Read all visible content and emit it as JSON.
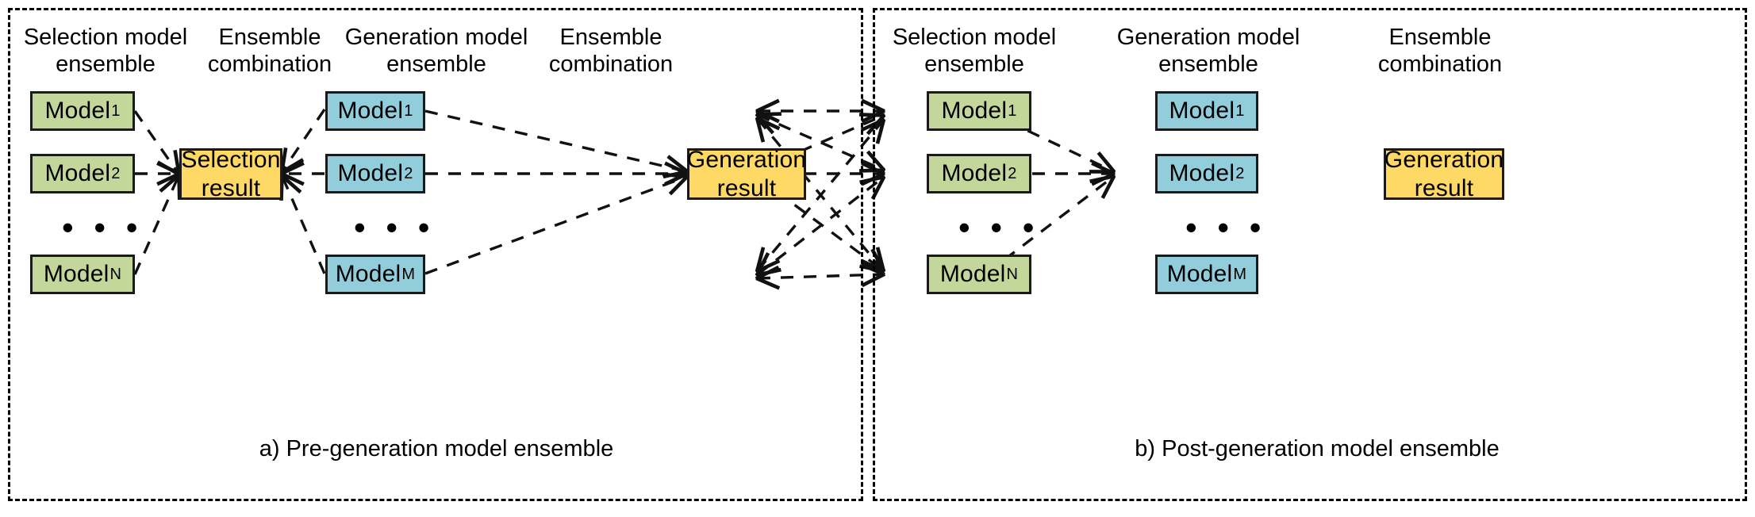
{
  "figure": {
    "type": "diagram",
    "background": "#ffffff",
    "panel_border_style": "dashed",
    "colors": {
      "selection_model_box": "#c4d79b",
      "generation_model_box": "#92cddc",
      "result_box": "#ffd966",
      "stroke": "#1a1a1a",
      "text": "#000000"
    }
  },
  "panels": [
    {
      "id": "a",
      "caption": "a) Pre-generation model ensemble",
      "column_titles": [
        {
          "id": "a-col1",
          "text": "Selection model\nensemble"
        },
        {
          "id": "a-col2",
          "text": "Ensemble\ncombination"
        },
        {
          "id": "a-col3",
          "text": "Generation model\nensemble"
        },
        {
          "id": "a-col4",
          "text": "Ensemble\ncombination"
        }
      ],
      "selection_models": [
        {
          "label": "Model",
          "sub": "1"
        },
        {
          "label": "Model",
          "sub": "2"
        },
        {
          "label": "Model",
          "sub": "N"
        }
      ],
      "selection_ellipsis": "• • •",
      "combination_1": {
        "line1": "Selection",
        "line2": "result"
      },
      "generation_models": [
        {
          "label": "Model",
          "sub": "1"
        },
        {
          "label": "Model",
          "sub": "2"
        },
        {
          "label": "Model",
          "sub": "M"
        }
      ],
      "generation_ellipsis": "• • •",
      "combination_2": {
        "line1": "Generation",
        "line2": "result"
      }
    },
    {
      "id": "b",
      "caption": "b) Post-generation model ensemble",
      "column_titles": [
        {
          "id": "b-col1",
          "text": "Selection model\nensemble"
        },
        {
          "id": "b-col2",
          "text": "Generation model\nensemble"
        },
        {
          "id": "b-col3",
          "text": "Ensemble\ncombination"
        }
      ],
      "selection_models": [
        {
          "label": "Model",
          "sub": "1"
        },
        {
          "label": "Model",
          "sub": "2"
        },
        {
          "label": "Model",
          "sub": "N"
        }
      ],
      "selection_ellipsis": "• • •",
      "generation_models": [
        {
          "label": "Model",
          "sub": "1"
        },
        {
          "label": "Model",
          "sub": "2"
        },
        {
          "label": "Model",
          "sub": "M"
        }
      ],
      "generation_ellipsis": "• • •",
      "combination": {
        "line1": "Generation",
        "line2": "result"
      }
    }
  ],
  "edges": {
    "style": "dashed",
    "panel_a": [
      {
        "from": "a.selection_models.0",
        "to": "a.combination_1",
        "arrow": "to"
      },
      {
        "from": "a.selection_models.1",
        "to": "a.combination_1",
        "arrow": "to"
      },
      {
        "from": "a.selection_models.2",
        "to": "a.combination_1",
        "arrow": "to"
      },
      {
        "from": "a.combination_1",
        "to": "a.generation_models.0",
        "arrow": "from"
      },
      {
        "from": "a.combination_1",
        "to": "a.generation_models.1",
        "arrow": "from"
      },
      {
        "from": "a.combination_1",
        "to": "a.generation_models.2",
        "arrow": "from"
      },
      {
        "from": "a.generation_models.0",
        "to": "a.combination_2",
        "arrow": "to"
      },
      {
        "from": "a.generation_models.1",
        "to": "a.combination_2",
        "arrow": "to"
      },
      {
        "from": "a.generation_models.2",
        "to": "a.combination_2",
        "arrow": "to"
      }
    ],
    "panel_b": [
      {
        "from": "b.selection_models.0",
        "to": "b.generation_models.0",
        "arrow": "both"
      },
      {
        "from": "b.selection_models.0",
        "to": "b.generation_models.1",
        "arrow": "both"
      },
      {
        "from": "b.selection_models.0",
        "to": "b.generation_models.2",
        "arrow": "both"
      },
      {
        "from": "b.selection_models.1",
        "to": "b.generation_models.0",
        "arrow": "both"
      },
      {
        "from": "b.selection_models.1",
        "to": "b.generation_models.1",
        "arrow": "both"
      },
      {
        "from": "b.selection_models.1",
        "to": "b.generation_models.2",
        "arrow": "both"
      },
      {
        "from": "b.selection_models.2",
        "to": "b.generation_models.0",
        "arrow": "both"
      },
      {
        "from": "b.selection_models.2",
        "to": "b.generation_models.1",
        "arrow": "both"
      },
      {
        "from": "b.selection_models.2",
        "to": "b.generation_models.2",
        "arrow": "both"
      },
      {
        "from": "b.generation_models.0",
        "to": "b.combination",
        "arrow": "to"
      },
      {
        "from": "b.generation_models.1",
        "to": "b.combination",
        "arrow": "to"
      },
      {
        "from": "b.generation_models.2",
        "to": "b.combination",
        "arrow": "to"
      }
    ]
  }
}
